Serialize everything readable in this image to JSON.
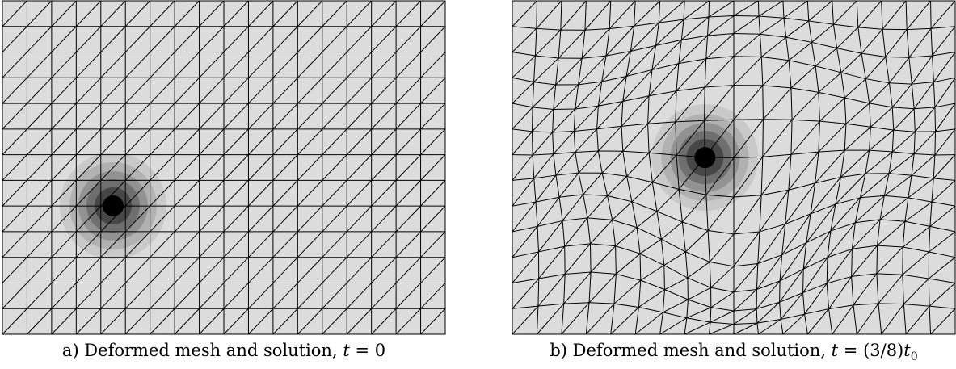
{
  "figure": {
    "panel_a": {
      "caption_prefix": "a) Deformed mesh and solution, ",
      "caption_var": "t",
      "caption_rest": " = 0",
      "mesh": {
        "nx": 18,
        "ny": 13,
        "deformed": false
      },
      "blob_center": [
        0.25,
        0.385
      ]
    },
    "panel_b": {
      "caption_prefix": "b) Deformed mesh and solution, ",
      "caption_var": "t",
      "caption_rest": " = (3/8)",
      "caption_var2": "t",
      "caption_sub": "0",
      "mesh": {
        "nx": 18,
        "ny": 13,
        "deformed": true
      },
      "blob_center": [
        0.435,
        0.53
      ]
    }
  },
  "colors": {
    "background": "#dcdcdc",
    "mesh_line": "#000000",
    "shades": [
      "#c9c9c9",
      "#b1b1b1",
      "#929292",
      "#6f6f6f",
      "#474747",
      "#000000"
    ]
  }
}
